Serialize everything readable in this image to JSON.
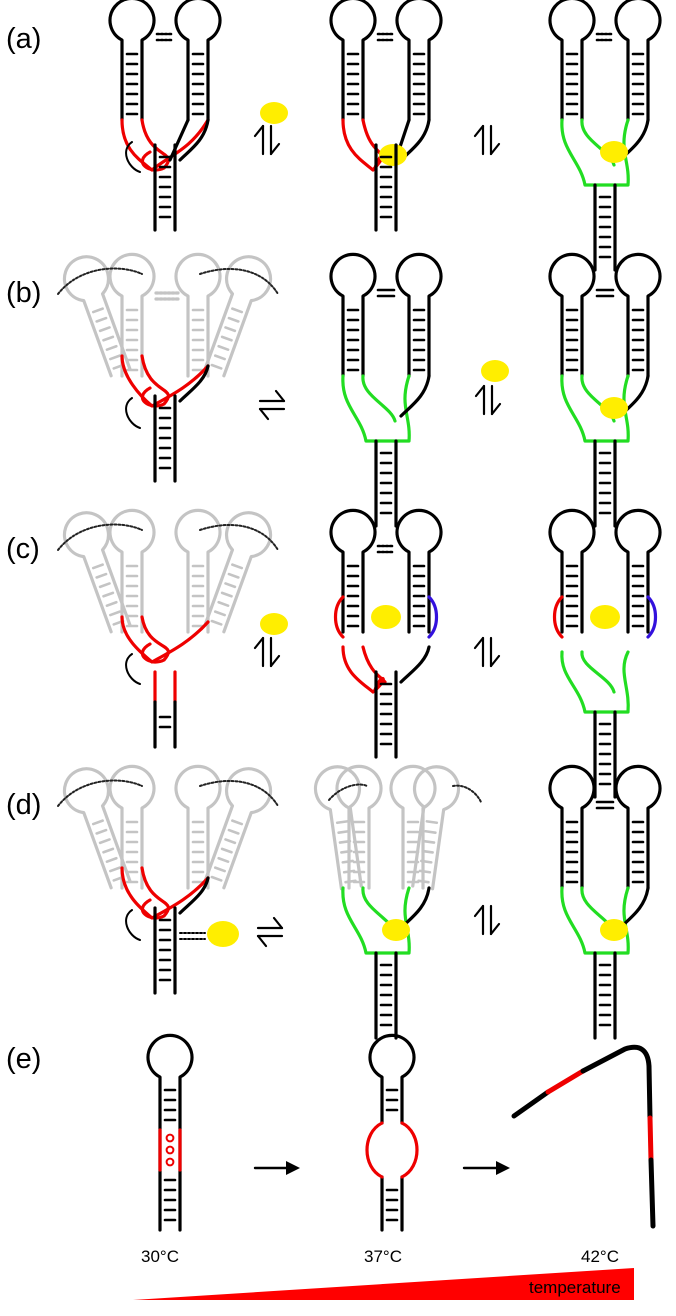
{
  "panels": [
    {
      "id": "a",
      "label": "(a)"
    },
    {
      "id": "b",
      "label": "(b)"
    },
    {
      "id": "c",
      "label": "(c)"
    },
    {
      "id": "d",
      "label": "(d)"
    },
    {
      "id": "e",
      "label": "(e)"
    }
  ],
  "temperatures": [
    "30°C",
    "37°C",
    "42°C"
  ],
  "temperature_bar_label": "temperature",
  "colors": {
    "rna": "#000000",
    "ghost": "#c4c4c4",
    "red_segment": "#ee0000",
    "green_segment": "#22dd22",
    "blue_segment": "#3311dd",
    "ligand": "#ffee00"
  }
}
